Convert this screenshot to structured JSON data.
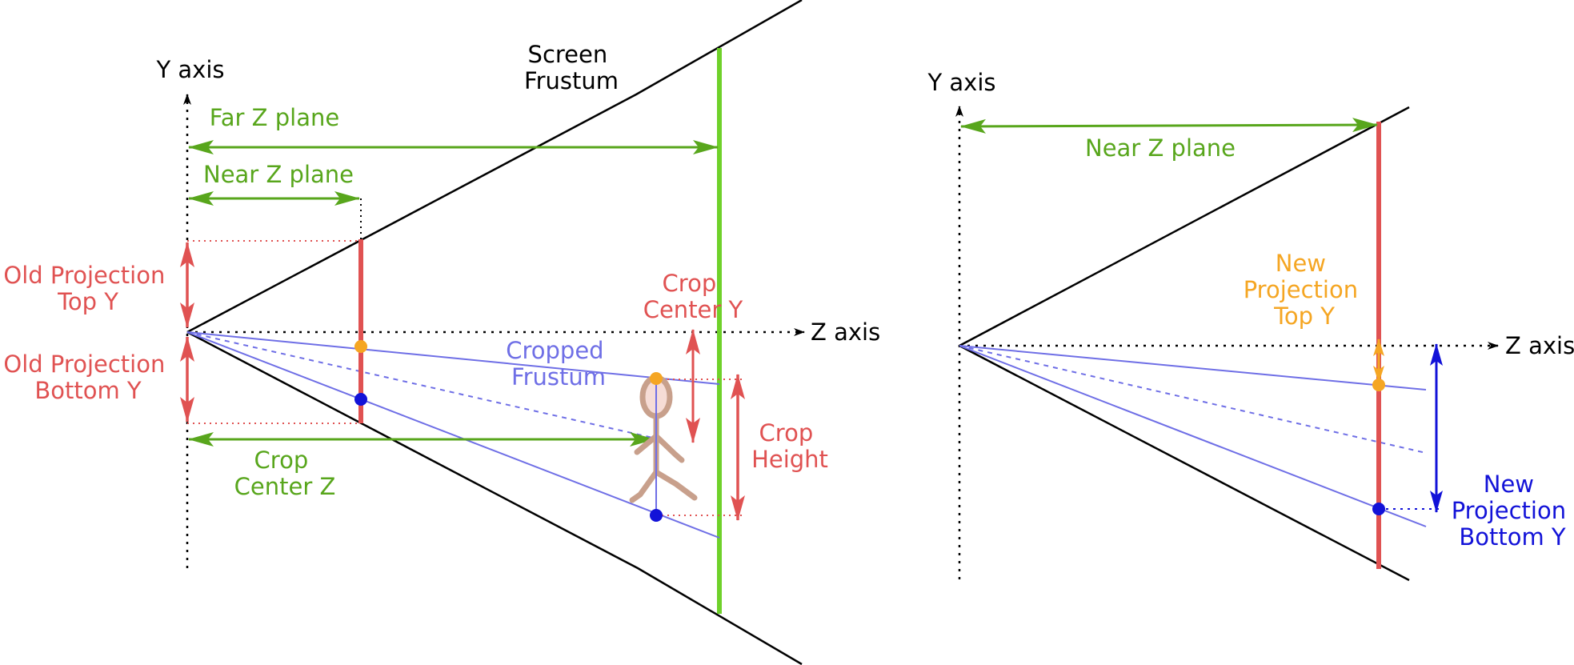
{
  "colors": {
    "red": "#e05252",
    "green": "#58a61c",
    "bright_green": "#6fd12a",
    "blue_line": "#6f6fe6",
    "blue_dark": "#1212d8",
    "orange": "#f5a623",
    "black": "#000000",
    "figure_fill": "#f6dcd6",
    "figure_stroke": "#c8a08c"
  },
  "left": {
    "y_axis": "Y axis",
    "z_axis": "Z axis",
    "screen_frustum": [
      "Screen",
      "Frustum"
    ],
    "far_z": "Far Z plane",
    "near_z": "Near Z plane",
    "old_top": [
      "Old Projection",
      "Top Y"
    ],
    "old_bottom": [
      "Old Projection",
      "Bottom Y"
    ],
    "crop_center_y": [
      "Crop",
      "Center Y"
    ],
    "cropped_frustum": [
      "Cropped",
      "Frustum"
    ],
    "crop_height": [
      "Crop",
      "Height"
    ],
    "crop_center_z": [
      "Crop",
      "Center Z"
    ]
  },
  "right": {
    "y_axis": "Y axis",
    "z_axis": "Z axis",
    "near_z": "Near Z plane",
    "new_top": [
      "New",
      "Projection",
      "Top Y"
    ],
    "new_bottom": [
      "New",
      "Projection",
      "Bottom Y"
    ]
  }
}
